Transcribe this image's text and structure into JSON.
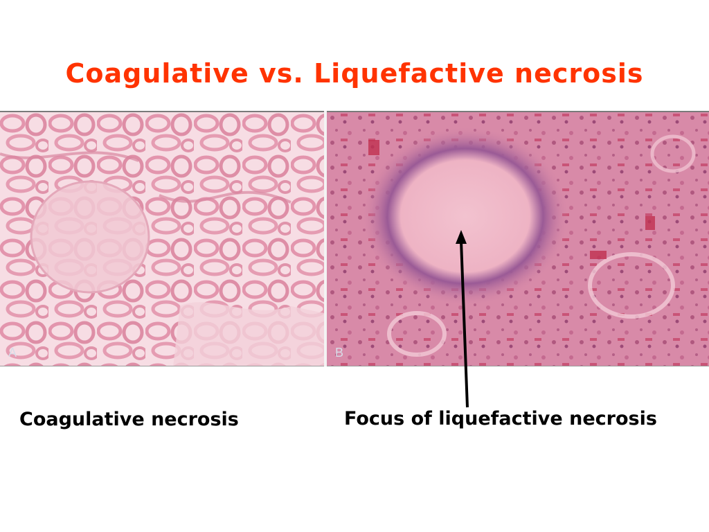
{
  "slide": {
    "title": "Coagulative vs. Liquefactive necrosis",
    "title_color": "#ff3300"
  },
  "figure": {
    "panel_a": {
      "letter": "A",
      "tissue_color": "#e8a3b6",
      "background_color": "#f6d8e0"
    },
    "panel_b": {
      "letter": "B",
      "tissue_color": "#c96f93",
      "focus_color": "#f0b9c8",
      "rim_color": "#8a4f8c"
    }
  },
  "captions": {
    "left": "Coagulative necrosis",
    "right": "Focus of liquefactive necrosis"
  },
  "arrow": {
    "color": "#000000",
    "icon": "arrow-up-icon"
  }
}
